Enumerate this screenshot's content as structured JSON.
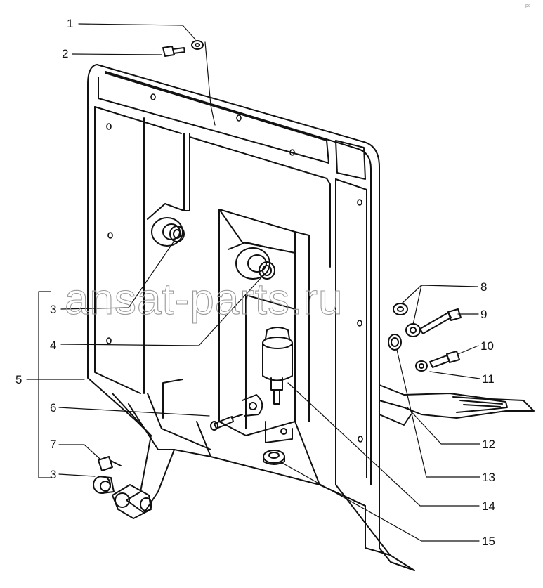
{
  "watermark": "ansat-parts.ru",
  "corner_mark": "pc",
  "callouts": {
    "c1": "1",
    "c2": "2",
    "c3a": "3",
    "c4": "4",
    "c5": "5",
    "c6": "6",
    "c7": "7",
    "c3b": "3",
    "c8": "8",
    "c9": "9",
    "c10": "10",
    "c11": "11",
    "c12": "12",
    "c13": "13",
    "c14": "14",
    "c15": "15"
  }
}
